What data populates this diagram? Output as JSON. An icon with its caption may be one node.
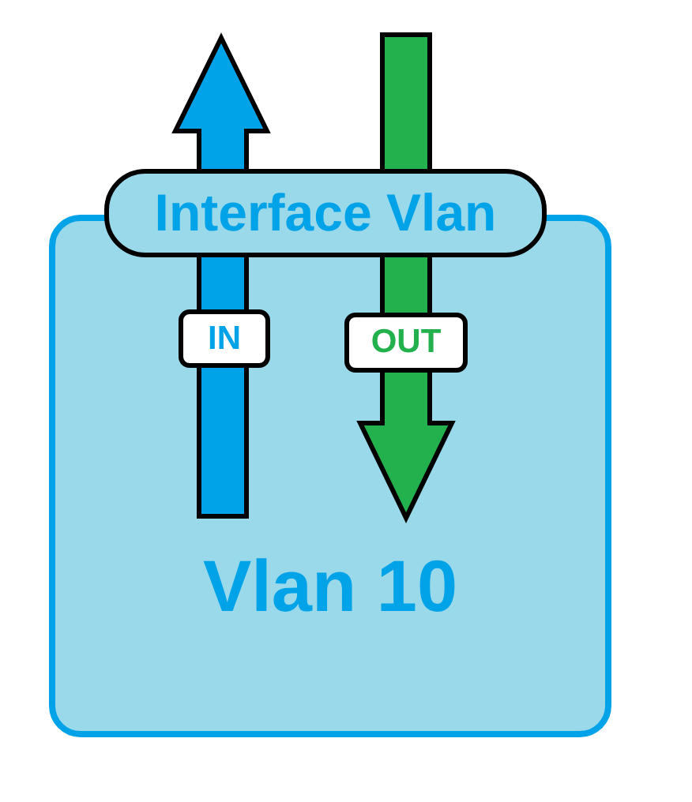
{
  "diagram": {
    "nodes": [
      {
        "text": [
          "Vlan 10"
        ]
      },
      {
        "text": [
          "Interface Vlan"
        ]
      }
    ],
    "labels": [
      "IN",
      "OUT"
    ]
  }
}
